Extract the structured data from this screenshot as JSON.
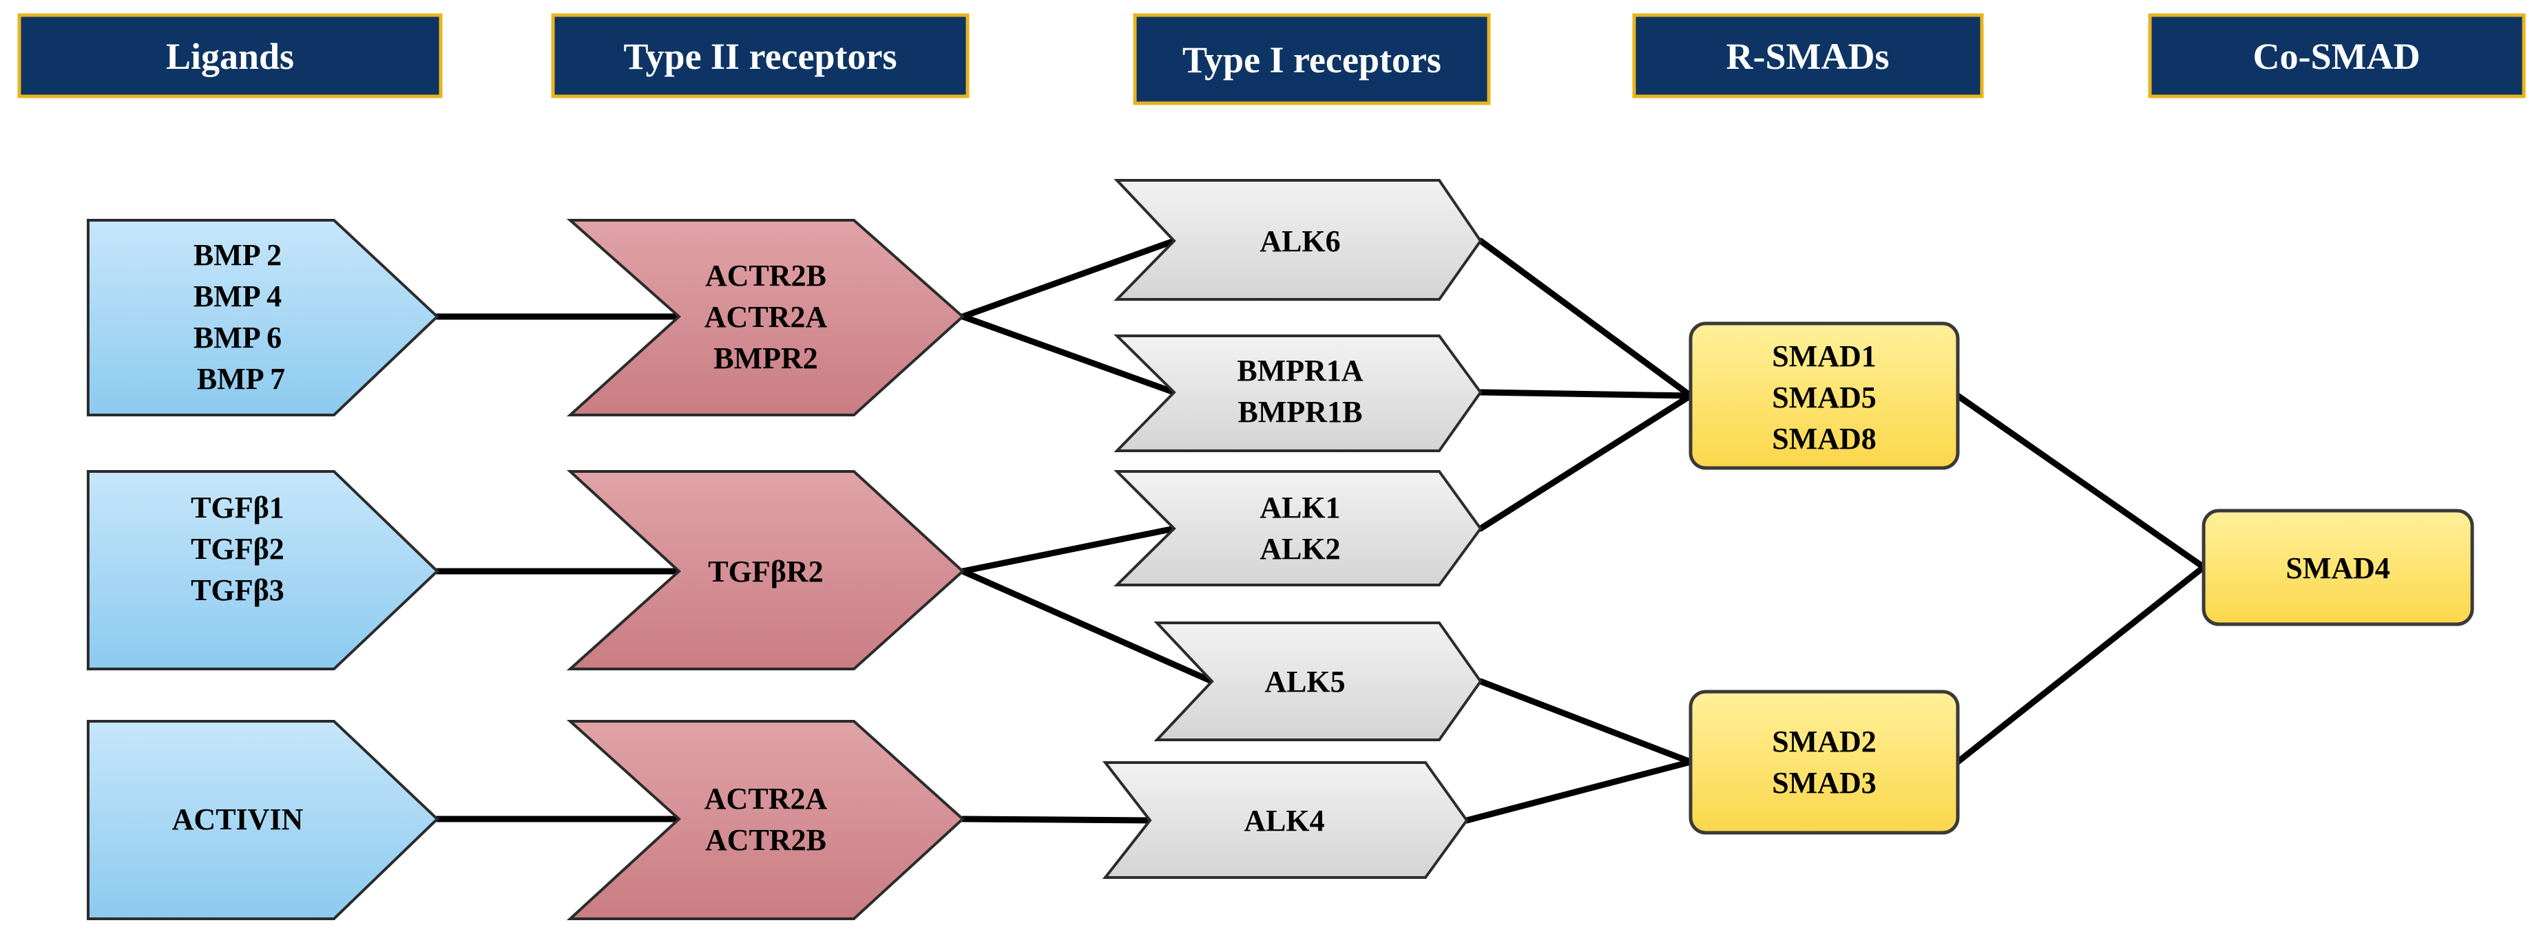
{
  "headers": [
    {
      "id": "ligands",
      "label": "Ligands"
    },
    {
      "id": "type2",
      "label": "Type II receptors"
    },
    {
      "id": "type1",
      "label": "Type I receptors"
    },
    {
      "id": "rsmads",
      "label": "R-SMADs"
    },
    {
      "id": "cosmad",
      "label": "Co-SMAD"
    }
  ],
  "nodes": [
    {
      "id": "lig-bmp",
      "group": "ligand",
      "lines": [
        "BMP 2",
        "BMP 4",
        "BMP 6",
        "BMP 7"
      ]
    },
    {
      "id": "lig-tgfb",
      "group": "ligand",
      "lines": [
        "TGFβ1",
        "TGFβ2",
        "TGFβ3"
      ]
    },
    {
      "id": "lig-activin",
      "group": "ligand",
      "lines": [
        "ACTIVIN"
      ]
    },
    {
      "id": "r2-bmp",
      "group": "type2",
      "lines": [
        "ACTR2B",
        "ACTR2A",
        "BMPR2"
      ]
    },
    {
      "id": "r2-tgfb",
      "group": "type2",
      "lines": [
        "TGFβR2"
      ]
    },
    {
      "id": "r2-activin",
      "group": "type2",
      "lines": [
        "ACTR2A",
        "ACTR2B"
      ]
    },
    {
      "id": "r1-alk6",
      "group": "type1",
      "lines": [
        "ALK6"
      ]
    },
    {
      "id": "r1-bmpr1",
      "group": "type1",
      "lines": [
        "BMPR1A",
        "BMPR1B"
      ]
    },
    {
      "id": "r1-alk12",
      "group": "type1",
      "lines": [
        "ALK1",
        "ALK2"
      ]
    },
    {
      "id": "r1-alk5",
      "group": "type1",
      "lines": [
        "ALK5"
      ]
    },
    {
      "id": "r1-alk4",
      "group": "type1",
      "lines": [
        "ALK4"
      ]
    },
    {
      "id": "rs-158",
      "group": "rsmad",
      "lines": [
        "SMAD1",
        "SMAD5",
        "SMAD8"
      ]
    },
    {
      "id": "rs-23",
      "group": "rsmad",
      "lines": [
        "SMAD2",
        "SMAD3"
      ]
    },
    {
      "id": "co-smad4",
      "group": "cosmad",
      "lines": [
        "SMAD4"
      ]
    }
  ],
  "edges": [
    [
      "lig-bmp",
      "r2-bmp"
    ],
    [
      "lig-tgfb",
      "r2-tgfb"
    ],
    [
      "lig-activin",
      "r2-activin"
    ],
    [
      "r2-bmp",
      "r1-alk6"
    ],
    [
      "r2-bmp",
      "r1-bmpr1"
    ],
    [
      "r2-tgfb",
      "r1-alk12"
    ],
    [
      "r2-tgfb",
      "r1-alk5"
    ],
    [
      "r2-activin",
      "r1-alk4"
    ],
    [
      "r1-alk6",
      "rs-158"
    ],
    [
      "r1-bmpr1",
      "rs-158"
    ],
    [
      "r1-alk12",
      "rs-158"
    ],
    [
      "r1-alk5",
      "rs-23"
    ],
    [
      "r1-alk4",
      "rs-23"
    ],
    [
      "rs-158",
      "co-smad4"
    ],
    [
      "rs-23",
      "co-smad4"
    ]
  ],
  "colors": {
    "header_fill": "#0d3464",
    "header_border": "#e8b41e",
    "ligand_fill": "#9fd3f2",
    "type2_fill": "#d3898e",
    "type1_fill": "#dedede",
    "smad_fill": "#ffe36b",
    "smad_border": "#3a3a3a",
    "edge": "#000000"
  }
}
